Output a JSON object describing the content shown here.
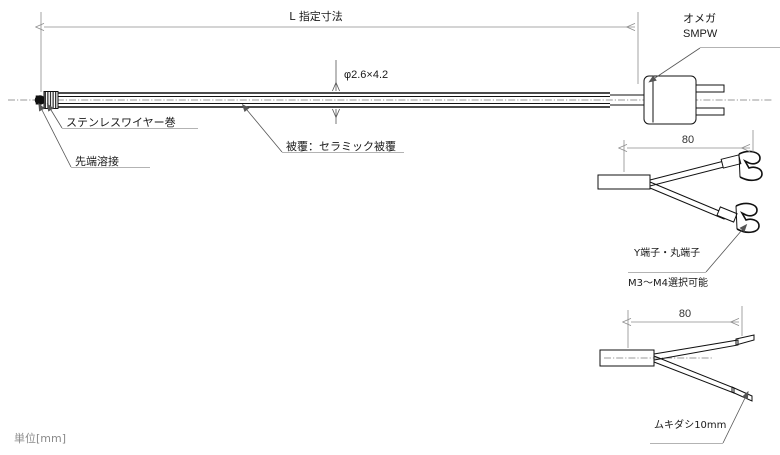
{
  "drawing": {
    "title_unit": "単位[mm]",
    "main_dimension": {
      "label": "L  指定寸法",
      "diameter_label": "φ2.6×4.2"
    },
    "callouts": {
      "tip_weld": "先端溶接",
      "stainless_wire": "ステンレスワイヤー巻",
      "sheath": "被覆：セラミック被覆",
      "connector_brand": "オメガ",
      "connector_model": "SMPW"
    },
    "detail_terminal": {
      "dimension": "80",
      "label_terminal": "Y端子・丸端子",
      "label_screw": "M3〜M4選択可能"
    },
    "detail_bare": {
      "dimension": "80",
      "label_strip": "ムキダシ10mm"
    }
  },
  "icons": {
    "arrow_left": "arrow-left-icon",
    "arrow_right": "arrow-right-icon",
    "arrow_down": "arrow-down-icon",
    "arrow_up": "arrow-up-icon"
  },
  "colors": {
    "object_line": "#111111",
    "dimension_line": "#8c8c8c",
    "leader_line": "#555555",
    "center_line": "#777777",
    "unit_text": "#8a8a8a",
    "background": "#ffffff"
  }
}
